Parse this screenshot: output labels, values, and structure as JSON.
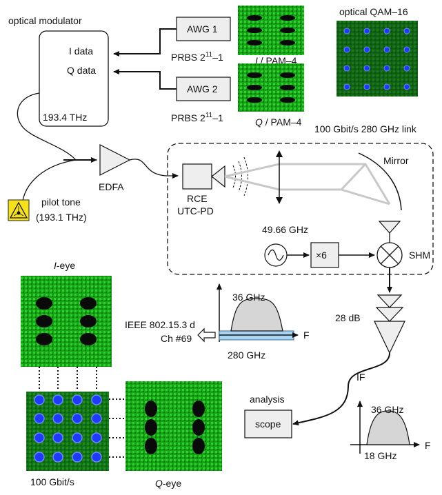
{
  "modulator": {
    "title": "optical modulator",
    "i_label": "I data",
    "q_label": "Q data",
    "freq": "193.4 THz"
  },
  "awg1": {
    "label": "AWG 1",
    "prbs": "PRBS 2",
    "prbs_exp": "11",
    "prbs_tail": "–1"
  },
  "awg2": {
    "label": "AWG 2",
    "prbs": "PRBS 2",
    "prbs_exp": "11",
    "prbs_tail": "–1"
  },
  "eye_i_label": {
    "a": "I",
    "b": " / PAM–4"
  },
  "eye_q_label": {
    "a": "Q",
    "b": " / PAM–4"
  },
  "qam_title": "optical QAM–16",
  "link_title": "100 Gbit/s 280 GHz link",
  "edfa": "EDFA",
  "pilot": {
    "line1": "pilot tone",
    "line2": "(193.1 THz)"
  },
  "rce": {
    "line1": "RCE",
    "line2": "UTC-PD"
  },
  "mirror": "Mirror",
  "lo_freq": "49.66 GHz",
  "multiplier": "×6",
  "shm": "SHM",
  "amp_gain": "28 dB",
  "spectrum_rf": {
    "bw": "36 GHz",
    "carrier": "280 GHz",
    "axis": "F"
  },
  "ieee": {
    "line1": "IEEE 802.15.3 d",
    "line2": "Ch #69"
  },
  "if_label": "IF",
  "spectrum_if": {
    "top": "36 GHz",
    "bottom": "18 GHz",
    "axis": "F"
  },
  "analysis": "analysis",
  "scope": "scope",
  "i_eye": {
    "a": "I",
    "b": "-eye"
  },
  "q_eye": {
    "a": "Q",
    "b": "-eye"
  },
  "rate": "100 Gbit/s",
  "colors": {
    "eye_green": "#1fd11f",
    "qam_blue": "#1c3bff",
    "band_blue": "#a9d3f2",
    "shade": "#d6d6d6"
  },
  "icons": [
    "laser-warning-icon",
    "sine-source-icon",
    "mixer-icon",
    "amplifier-icon",
    "lens-icon",
    "horn-antenna-icon",
    "arrow-left-icon"
  ]
}
